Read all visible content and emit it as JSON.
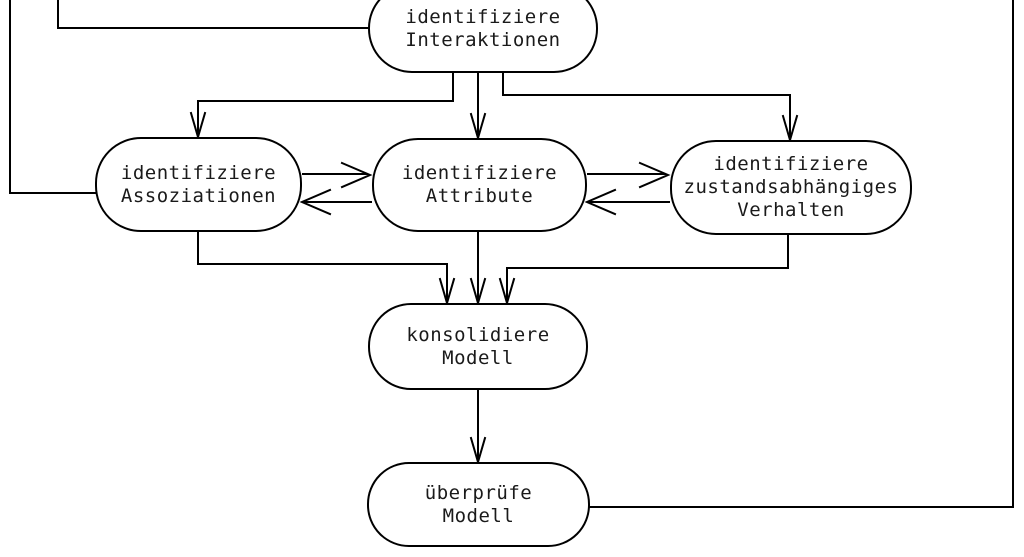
{
  "canvas": {
    "background": "#ffffff",
    "line_color": "#000000",
    "text_color": "#1a1a1a"
  },
  "diagram": {
    "type": "process-flow-diagram",
    "language": "German",
    "nodes": {
      "interaktionen": {
        "label": "identifiziere\nInteraktionen"
      },
      "assoziationen": {
        "label": "identifiziere\nAssoziationen"
      },
      "attribute": {
        "label": "identifiziere\nAttribute"
      },
      "verhalten": {
        "label": "identifiziere\nzustandsabhängiges\nVerhalten"
      },
      "konsolidiere": {
        "label": "konsolidiere\nModell"
      },
      "ueberpruefe": {
        "label": "überprüfe\nModell"
      }
    },
    "edges": [
      {
        "from": "identifiziere Interaktionen",
        "to": "identifiziere Assoziationen",
        "style": "arrow"
      },
      {
        "from": "identifiziere Interaktionen",
        "to": "identifiziere Attribute",
        "style": "arrow"
      },
      {
        "from": "identifiziere Interaktionen",
        "to": "identifiziere zustandsabhängiges Verhalten",
        "style": "arrow"
      },
      {
        "from": "identifiziere Assoziationen",
        "to": "identifiziere Attribute",
        "style": "arrow-pair-bidirectional"
      },
      {
        "from": "identifiziere Attribute",
        "to": "identifiziere zustandsabhängiges Verhalten",
        "style": "arrow-pair-bidirectional"
      },
      {
        "from": "identifiziere Assoziationen",
        "to": "konsolidiere Modell",
        "style": "arrow"
      },
      {
        "from": "identifiziere Attribute",
        "to": "konsolidiere Modell",
        "style": "arrow"
      },
      {
        "from": "identifiziere zustandsabhängiges Verhalten",
        "to": "konsolidiere Modell",
        "style": "arrow"
      },
      {
        "from": "konsolidiere Modell",
        "to": "überprüfe Modell",
        "style": "arrow"
      },
      {
        "from": "überprüfe Modell",
        "to": "top edge (cropped feedback loop)",
        "style": "line"
      },
      {
        "from": "top edge (cropped feedback loop)",
        "to": "identifiziere Interaktionen",
        "style": "line"
      },
      {
        "from": "top edge (cropped feedback loop)",
        "to": "identifiziere Assoziationen",
        "style": "line"
      }
    ]
  }
}
